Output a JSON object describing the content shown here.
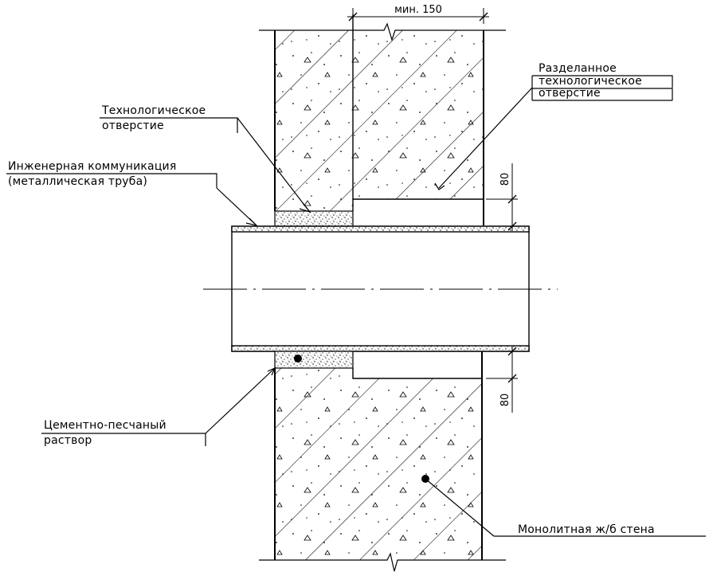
{
  "dimensions": {
    "top_width": "мин. 150",
    "upper_gap": "80",
    "lower_gap": "80"
  },
  "labels": {
    "tech_opening": {
      "line1": "Технологическое",
      "line2": "отверстие"
    },
    "pipe": {
      "line1": "Инженерная коммуникация",
      "line2": "(металлическая труба)"
    },
    "split_opening": {
      "line1": "Разделанное",
      "line2": "технологическое",
      "line3": "отверстие"
    },
    "mortar": {
      "line1": "Цементно-песчаный",
      "line2": "раствор"
    },
    "wall": {
      "line1": "Монолитная ж/б стена"
    }
  },
  "colors": {
    "line": "#000000",
    "background": "#ffffff"
  }
}
